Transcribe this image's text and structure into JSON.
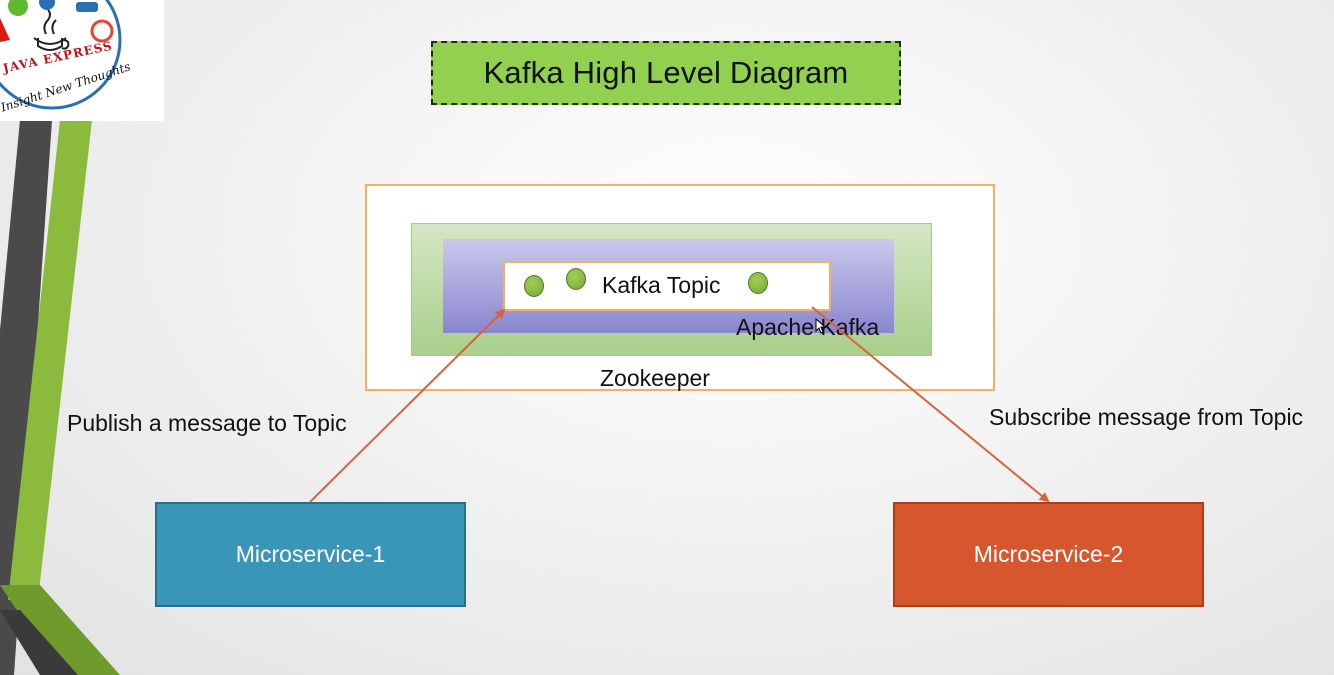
{
  "diagram": {
    "title": "Kafka High Level Diagram",
    "nodes": {
      "zookeeper": "Zookeeper",
      "apache_kafka": "Apache Kafka",
      "kafka_topic": "Kafka Topic",
      "microservice_1": "Microservice-1",
      "microservice_2": "Microservice-2"
    },
    "edges": {
      "publish": "Publish a message to Topic",
      "subscribe": "Subscribe message from Topic"
    }
  },
  "logo": {
    "brand": "JAVA EXPRESS",
    "tagline": "Insight New Thoughts"
  },
  "colors": {
    "title_bg": "#92d050",
    "microservice_1": "#3a96b8",
    "microservice_2": "#d6572e",
    "arrow": "#d9623b",
    "zookeeper_border": "#f4b062",
    "stripe_dark": "#404040",
    "stripe_green": "#8cba3c"
  }
}
